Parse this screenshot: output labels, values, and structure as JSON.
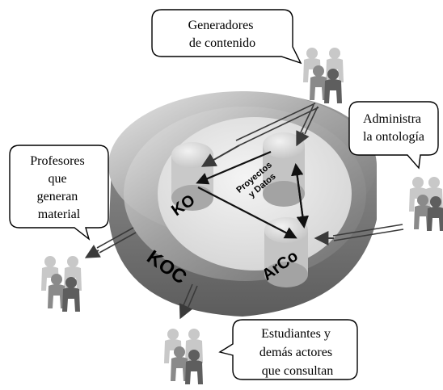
{
  "callouts": {
    "generadores": [
      "Generadores",
      "de contenido"
    ],
    "profesores": [
      "Profesores",
      "que",
      "generan",
      "material"
    ],
    "administra": [
      "Administra",
      "la ontología"
    ],
    "estudiantes": [
      "Estudiantes y",
      "demás actores",
      "que consultan"
    ]
  },
  "nodes": {
    "ko": "KO",
    "koc": "KOC",
    "arco": "ArCo",
    "proyectos": [
      "Proyectos",
      "y Datos"
    ]
  },
  "icons": [
    "people-group-icon"
  ],
  "colors": {
    "ring_outer": "#8c8c8c",
    "ring_light": "#d9d9d9",
    "inner_disc": "#e6e6e6",
    "arrow": "#222222",
    "callout_border": "#000000"
  }
}
